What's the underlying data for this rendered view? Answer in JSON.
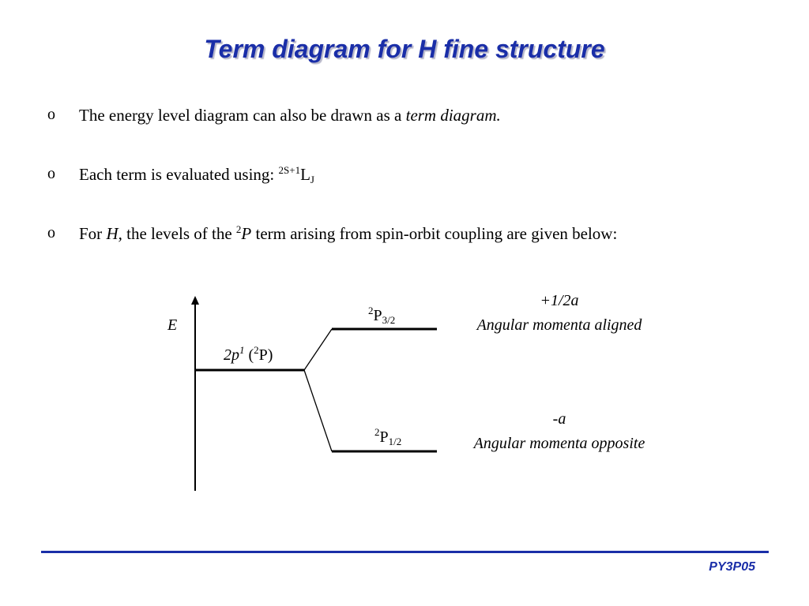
{
  "title": "Term diagram for H fine structure",
  "bullet_marker": "o",
  "bullets": {
    "b1": {
      "text": "The energy level diagram can also be drawn as a ",
      "italic": "term diagram."
    },
    "b2": {
      "text": "Each term is evaluated using: ",
      "sup": "2S+1",
      "base": "L",
      "sub": "J"
    },
    "b3": {
      "t1": "For ",
      "i1": "H,",
      "t2": " the levels of the ",
      "sup": "2",
      "i2": "P",
      "t3": " term arising from spin-orbit coupling are given below:"
    }
  },
  "diagram": {
    "axis_label": "E",
    "ground": {
      "p1": "2p",
      "sup1": "1",
      "p2": " (",
      "sup2": "2",
      "p3": "P)"
    },
    "upper": {
      "sup": "2",
      "base": "P",
      "sub": "3/2",
      "shift": "+1/2a",
      "desc": "Angular momenta aligned"
    },
    "lower": {
      "sup": "2",
      "base": "P",
      "sub": "1/2",
      "shift": "-a",
      "desc": "Angular momenta opposite"
    }
  },
  "footer": "PY3P05"
}
